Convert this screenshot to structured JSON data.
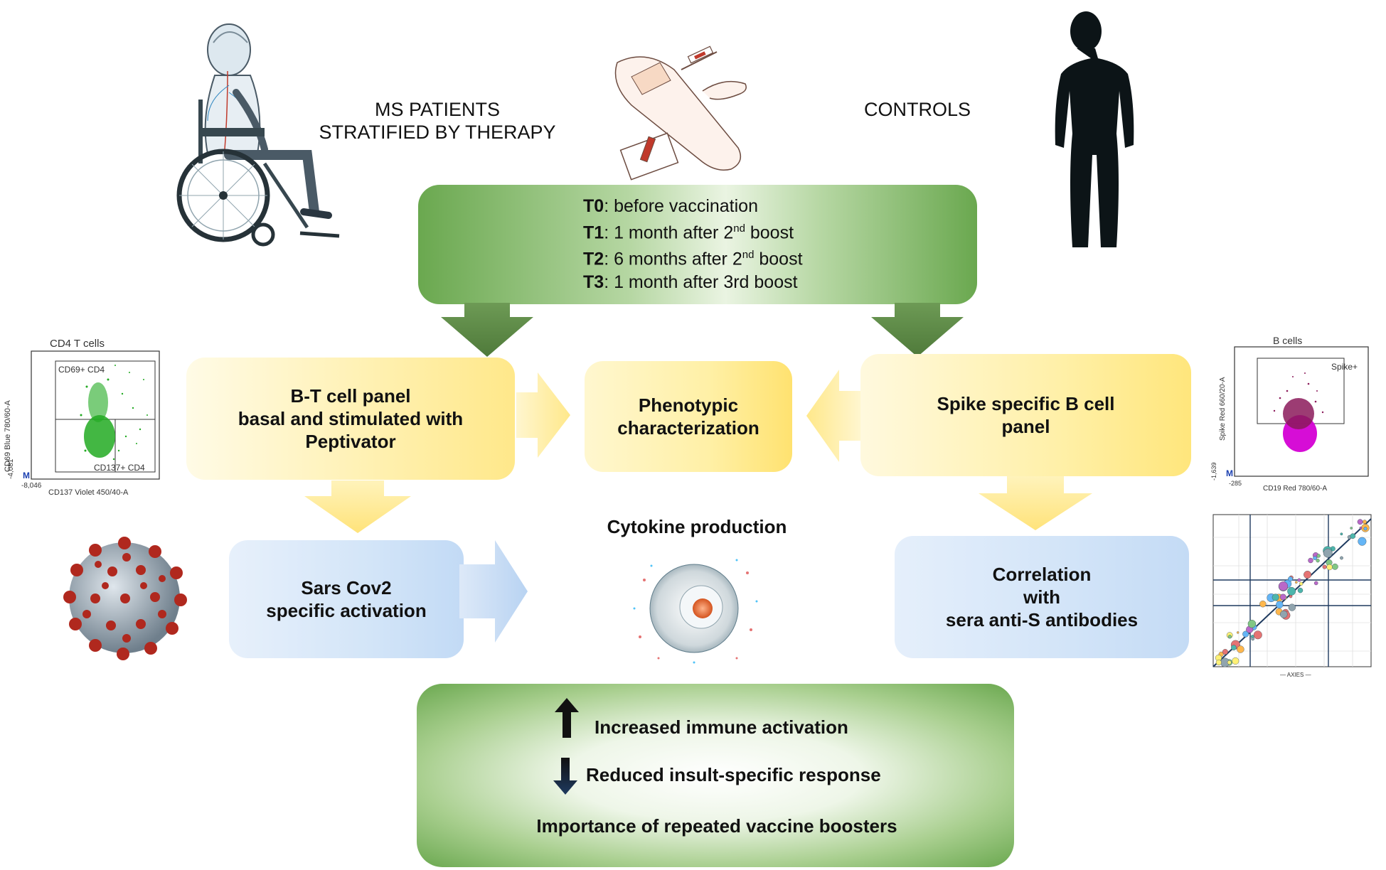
{
  "groups": {
    "ms_patients": "MS PATIENTS\nSTRATIFIED BY THERAPY",
    "controls": "CONTROLS"
  },
  "timepoints": [
    {
      "code": "T0",
      "text": ": before vaccination"
    },
    {
      "code": "T1",
      "text_pre": ": 1 month after 2",
      "sup": "nd",
      "text_post": " boost"
    },
    {
      "code": "T2",
      "text_pre": ": 6 months after 2",
      "sup": "nd",
      "text_post": " boost"
    },
    {
      "code": "T3",
      "text": ": 1 month after 3rd boost"
    }
  ],
  "panels": {
    "bt_panel": "B-T cell panel\nbasal and stimulated with\nPeptivator",
    "phenotypic": "Phenotypic\ncharacterization",
    "spike_panel": "Spike specific B cell\npanel",
    "sars_activation": "Sars Cov2\nspecific activation",
    "cytokine": "Cytokine production",
    "correlation": "Correlation\nwith\nsera anti-S antibodies"
  },
  "outcomes": {
    "increased": "Increased immune activation",
    "reduced": "Reduced insult-specific response",
    "importance": "Importance of repeated vaccine boosters"
  },
  "flow_plot_left": {
    "title": "CD4 T cells",
    "gate_upper": "CD69+ CD4",
    "gate_lower": "CD137+ CD4",
    "y_axis": "CD69 Blue 780/60-A",
    "x_axis": "CD137 Violet 450/40-A",
    "x_min": "-8,046",
    "y_min": "-4,081",
    "m_label": "M"
  },
  "flow_plot_right": {
    "title": "B cells",
    "gate": "Spike+",
    "y_axis": "Spike Red 660/20-A",
    "x_axis": "CD19 Red 780/60-A",
    "x_min": "-285",
    "y_min": "-1,639",
    "m_label": "M"
  },
  "correlation_plot": {
    "x_axis": "— AXIES —"
  },
  "colors": {
    "green": "#6aa84f",
    "dark_green_arrow": "#4f7a3a",
    "yellow": "#ffe88a",
    "blue": "#c2daf5",
    "flow_green": "#22aa22",
    "flow_magenta": "#d400d4"
  }
}
